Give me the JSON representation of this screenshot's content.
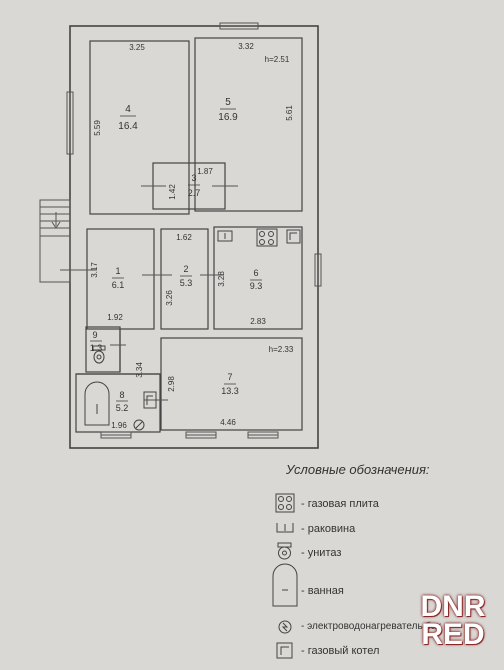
{
  "rooms": [
    {
      "id": "4",
      "number": "4",
      "area": "16.4"
    },
    {
      "id": "5",
      "number": "5",
      "area": "16.9"
    },
    {
      "id": "3",
      "number": "3",
      "area": "2.7"
    },
    {
      "id": "1",
      "number": "1",
      "area": "6.1"
    },
    {
      "id": "2",
      "number": "2",
      "area": "5.3"
    },
    {
      "id": "6",
      "number": "6",
      "area": "9.3"
    },
    {
      "id": "9",
      "number": "9",
      "area": "1.3"
    },
    {
      "id": "8",
      "number": "8",
      "area": "5.2"
    },
    {
      "id": "7",
      "number": "7",
      "area": "13.3"
    }
  ],
  "dimensions": {
    "d325": "3.25",
    "d332": "3.32",
    "d559": "5.59",
    "d561": "5.61",
    "d187": "1.87",
    "d142": "1.42",
    "d162": "1.62",
    "d317": "3.17",
    "d326": "3.26",
    "d328": "3.28",
    "d283": "2.83",
    "d192": "1.92",
    "d334": "3.34",
    "d298": "2.98",
    "d446": "4.46",
    "d196": "1.96"
  },
  "heights": {
    "h1": "h=2.51",
    "h2": "h=2.33"
  },
  "legend": {
    "title": "Условные обозначения:",
    "items": [
      {
        "icon": "gas-stove-icon",
        "label": "- газовая плита"
      },
      {
        "icon": "sink-icon",
        "label": "- раковина"
      },
      {
        "icon": "toilet-icon",
        "label": "- унитаз"
      },
      {
        "icon": "bathtub-icon",
        "label": "- ванная"
      },
      {
        "icon": "water-heater-icon",
        "label": "- электроводонагреватель бак"
      },
      {
        "icon": "gas-boiler-icon",
        "label": "- газовый котел"
      }
    ]
  },
  "watermark": {
    "line1": "DNR",
    "line2": "RED"
  }
}
